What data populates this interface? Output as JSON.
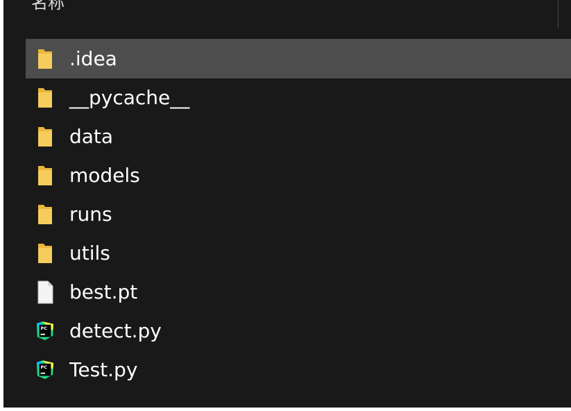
{
  "header": {
    "column_label": "名称"
  },
  "files": [
    {
      "name": ".idea",
      "type": "folder",
      "icon": "folder-icon",
      "selected": true
    },
    {
      "name": "__pycache__",
      "type": "folder",
      "icon": "folder-icon",
      "selected": false
    },
    {
      "name": "data",
      "type": "folder",
      "icon": "folder-icon",
      "selected": false
    },
    {
      "name": "models",
      "type": "folder",
      "icon": "folder-icon",
      "selected": false
    },
    {
      "name": "runs",
      "type": "folder",
      "icon": "folder-icon",
      "selected": false
    },
    {
      "name": "utils",
      "type": "folder",
      "icon": "folder-icon",
      "selected": false
    },
    {
      "name": "best.pt",
      "type": "file",
      "icon": "blank-file-icon",
      "selected": false
    },
    {
      "name": "detect.py",
      "type": "python",
      "icon": "pycharm-file-icon",
      "selected": false
    },
    {
      "name": "Test.py",
      "type": "python",
      "icon": "pycharm-file-icon",
      "selected": false
    }
  ],
  "colors": {
    "background": "#191919",
    "selected_row": "#4d4d4d",
    "folder": "#f2c14e",
    "text": "#ffffff"
  }
}
